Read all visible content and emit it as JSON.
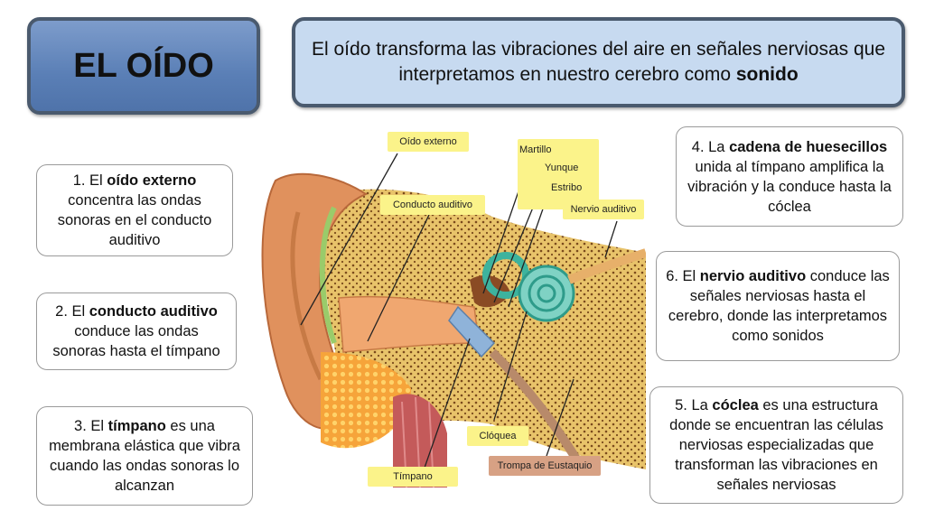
{
  "title": "EL OÍDO",
  "intro": {
    "part1": "El oído transforma las vibraciones del aire en señales nerviosas que interpretamos en nuestro cerebro como ",
    "bold": "sonido"
  },
  "notes": {
    "n1": {
      "pre": "1. El ",
      "bold": "oído externo",
      "post": " concentra las ondas sonoras en el conducto auditivo"
    },
    "n2": {
      "pre": "2. El ",
      "bold": "conducto auditivo",
      "post": " conduce las ondas sonoras hasta el tímpano"
    },
    "n3": {
      "pre": "3. El ",
      "bold": "tímpano",
      "post": " es una membrana elástica que vibra cuando las ondas sonoras lo alcanzan"
    },
    "n4": {
      "pre": "4. La ",
      "bold": "cadena de huesecillos",
      "post": " unida al tímpano amplifica la vibración y la conduce hasta la cóclea"
    },
    "n6": {
      "pre": "6. El ",
      "bold": "nervio auditivo",
      "post": " conduce las señales nerviosas hasta el cerebro, donde las interpretamos como sonidos"
    },
    "n5": {
      "pre": "5. La ",
      "bold": "cóclea",
      "post": " es una estructura donde se encuentran las células nerviosas especializadas que transforman las vibraciones en señales nerviosas"
    }
  },
  "diagram_labels": {
    "oido_externo": "Oído externo",
    "martillo": "Martillo",
    "yunque": "Yunque",
    "estribo": "Estribo",
    "conducto_auditivo": "Conducto auditivo",
    "nervio_auditivo": "Nervio auditivo",
    "cloquea": "Clóquea",
    "timpano": "Tímpano",
    "trompa": "Trompa de Eustaquio"
  },
  "colors": {
    "title_bg": "#5a7fb6",
    "intro_bg": "#c7daf0",
    "label_yellow": "#fbf38a",
    "label_brown": "#d7a184"
  }
}
